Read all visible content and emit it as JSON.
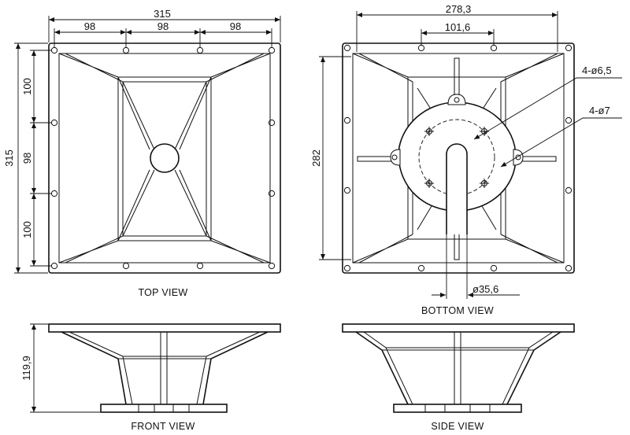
{
  "dimensions": {
    "top_width": "315",
    "top_segment_left": "98",
    "top_segment_mid": "98",
    "top_segment_right": "98",
    "top_height": "315",
    "side_seg_top": "100",
    "side_seg_mid": "98",
    "side_seg_bottom": "100",
    "bottom_width": "278,3",
    "bottom_inner_width": "101,6",
    "bottom_height": "282",
    "hole_a": "4-ø6,5",
    "hole_b": "4-ø7",
    "throat": "ø35,6",
    "front_height": "119,9"
  },
  "views": {
    "top": "TOP VIEW",
    "bottom": "BOTTOM VIEW",
    "front": "FRONT VIEW",
    "side": "SIDE VIEW"
  }
}
